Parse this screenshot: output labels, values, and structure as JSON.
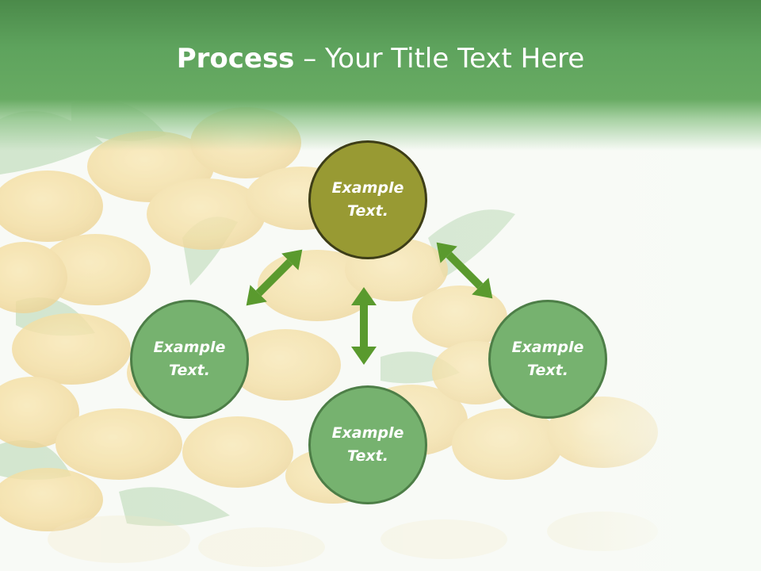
{
  "slide": {
    "title_bold": "Process",
    "title_rest": " – Your Title Text Here"
  },
  "nodes": {
    "top": {
      "label": "Example\nText."
    },
    "left": {
      "label": "Example\nText."
    },
    "right": {
      "label": "Example\nText."
    },
    "bottom": {
      "label": "Example\nText."
    }
  },
  "colors": {
    "header_green": "#5ea35d",
    "top_node_fill": "#989a33",
    "node_fill": "#76b26f",
    "arrow_green": "#5a9a2e"
  },
  "arrows": [
    {
      "from": "left",
      "to": "top",
      "style": "double-headed"
    },
    {
      "from": "top",
      "to": "right",
      "style": "double-headed"
    },
    {
      "from": "top",
      "to": "bottom",
      "style": "double-headed"
    }
  ]
}
